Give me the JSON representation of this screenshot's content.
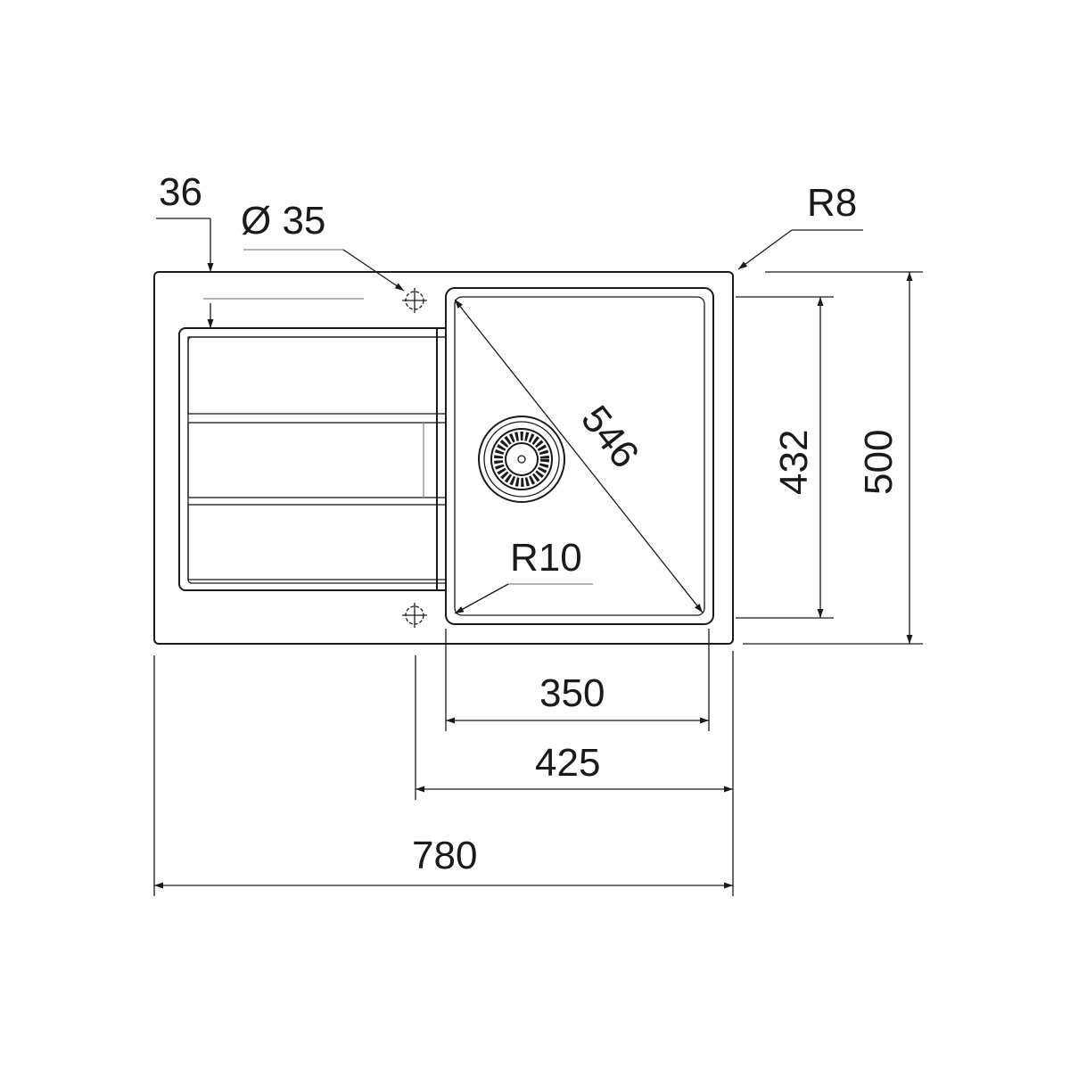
{
  "drawing": {
    "line_color": "#1a1a1a",
    "dimensions": {
      "edge_to_tap": "36",
      "tap_hole_diameter": "Ø 35",
      "corner_radius_outer": "R8",
      "bowl_diagonal": "546",
      "bowl_corner_radius": "R10",
      "bowl_depth": "432",
      "overall_depth": "500",
      "bowl_width": "350",
      "bowl_section_width": "425",
      "overall_width": "780"
    }
  }
}
